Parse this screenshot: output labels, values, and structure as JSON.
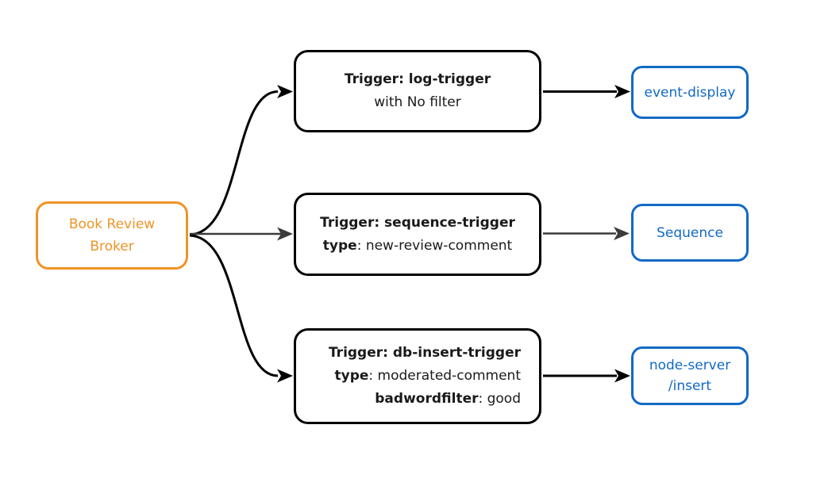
{
  "colors": {
    "background": "#FFFFFF",
    "broker_orange": "#EF9425",
    "output_blue": "#1269C4",
    "edge_black": "#000000",
    "edge_gray": "#3B3B3B",
    "text_dark": "#1A1A1A"
  },
  "broker": {
    "line1": "Book Review",
    "line2": "Broker"
  },
  "triggers": [
    {
      "line1": "Trigger: log-trigger",
      "line2": "with No filter"
    },
    {
      "line1": "Trigger: sequence-trigger",
      "line2_key": "type",
      "line2_rest": ": new-review-comment"
    },
    {
      "line1": "Trigger: db-insert-trigger",
      "line2_key": "type",
      "line2_rest": ": moderated-comment",
      "line3_key": "badwordfilter",
      "line3_rest": ": good"
    }
  ],
  "outputs": [
    {
      "line1": "event-display"
    },
    {
      "line1": "Sequence"
    },
    {
      "line1": "node-server",
      "line2": "/insert"
    }
  ]
}
